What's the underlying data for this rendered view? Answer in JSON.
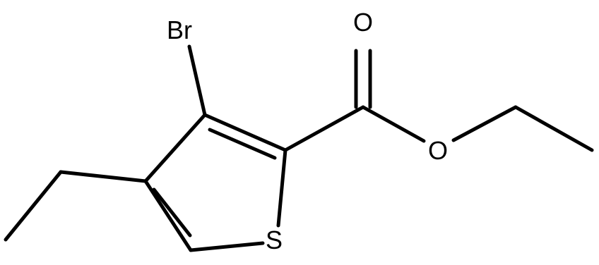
{
  "molecule": {
    "atoms": {
      "bromine": "Br",
      "carbonyl_oxygen": "O",
      "ester_oxygen": "O",
      "sulfur": "S"
    }
  },
  "colors": {
    "bond": "#000000",
    "background": "#ffffff"
  }
}
